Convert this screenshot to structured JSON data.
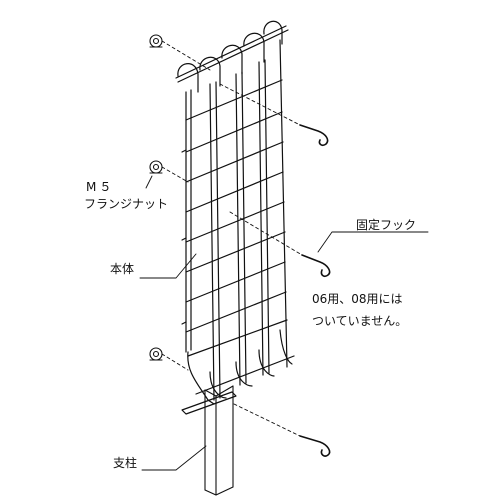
{
  "labels": {
    "m5": "M５",
    "flange_nut": "フランジナット",
    "fixing_hook": "固定フック",
    "body": "本体",
    "note_line1": "06用、08用には",
    "note_line2": "ついていません。",
    "post": "支柱"
  },
  "colors": {
    "line": "#111111",
    "background": "#ffffff"
  },
  "icons": [
    "flange-nut-icon",
    "fixing-hook-icon",
    "post-icon",
    "mesh-panel-icon"
  ]
}
